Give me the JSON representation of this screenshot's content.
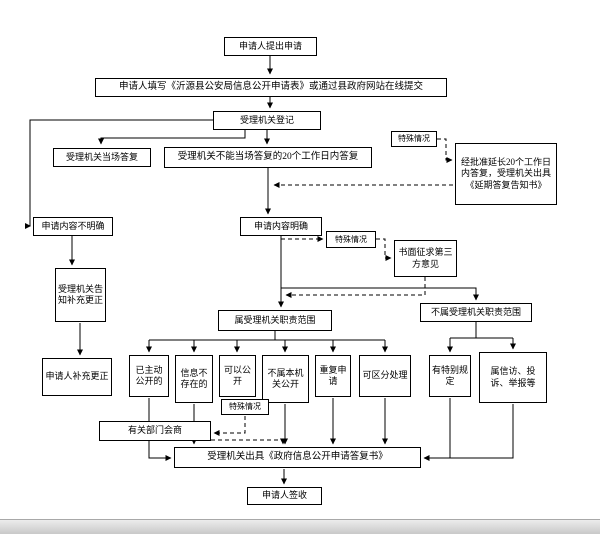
{
  "diagram": {
    "type": "flowchart",
    "topic": "政府信息公开申请办理流程"
  },
  "nodes": {
    "submit": {
      "label": "申请人提出申请"
    },
    "fill_form": {
      "label": "申请人填写《沂源县公安局信息公开申请表》或通过县政府网站在线提交"
    },
    "register": {
      "label": "受理机关登记"
    },
    "special_case_1": {
      "label": "特殊情况"
    },
    "onspot_reply": {
      "label": "受理机关当场答复"
    },
    "reply_20days": {
      "label": "受理机关不能当场答复的20个工作日内答复"
    },
    "extension": {
      "label": "经批准延长20个工作日内答复，受理机关出具《延期答复告知书》"
    },
    "content_unclear": {
      "label": "申请内容不明确"
    },
    "content_clear": {
      "label": "申请内容明确"
    },
    "special_case_2": {
      "label": "特殊情况"
    },
    "third_party": {
      "label": "书面征求第三方意见"
    },
    "notify_supplement": {
      "label": "受理机关告知补充更正"
    },
    "in_scope": {
      "label": "属受理机关职责范围"
    },
    "out_of_scope": {
      "label": "不属受理机关职责范围"
    },
    "applicant_supplement": {
      "label": "申请人补充更正"
    },
    "already_public": {
      "label": "已主动公开的"
    },
    "not_exist": {
      "label": "信息不存在的"
    },
    "can_disclose": {
      "label": "可以公开"
    },
    "not_this_agency": {
      "label": "不属本机关公开"
    },
    "repeat_apply": {
      "label": "重复申请"
    },
    "separable": {
      "label": "可区分处理"
    },
    "special_provision": {
      "label": "有特别规定"
    },
    "petition": {
      "label": "属信访、投诉、举报等"
    },
    "special_case_3": {
      "label": "特殊情况"
    },
    "consult": {
      "label": "有关部门会商"
    },
    "reply_doc": {
      "label": "受理机关出具《政府信息公开申请答复书》"
    },
    "sign": {
      "label": "申请人签收"
    }
  },
  "colors": {
    "box_border": "#000000",
    "box_background": "#ffffff",
    "connector": "#000000",
    "page_background": "#ffffff"
  }
}
